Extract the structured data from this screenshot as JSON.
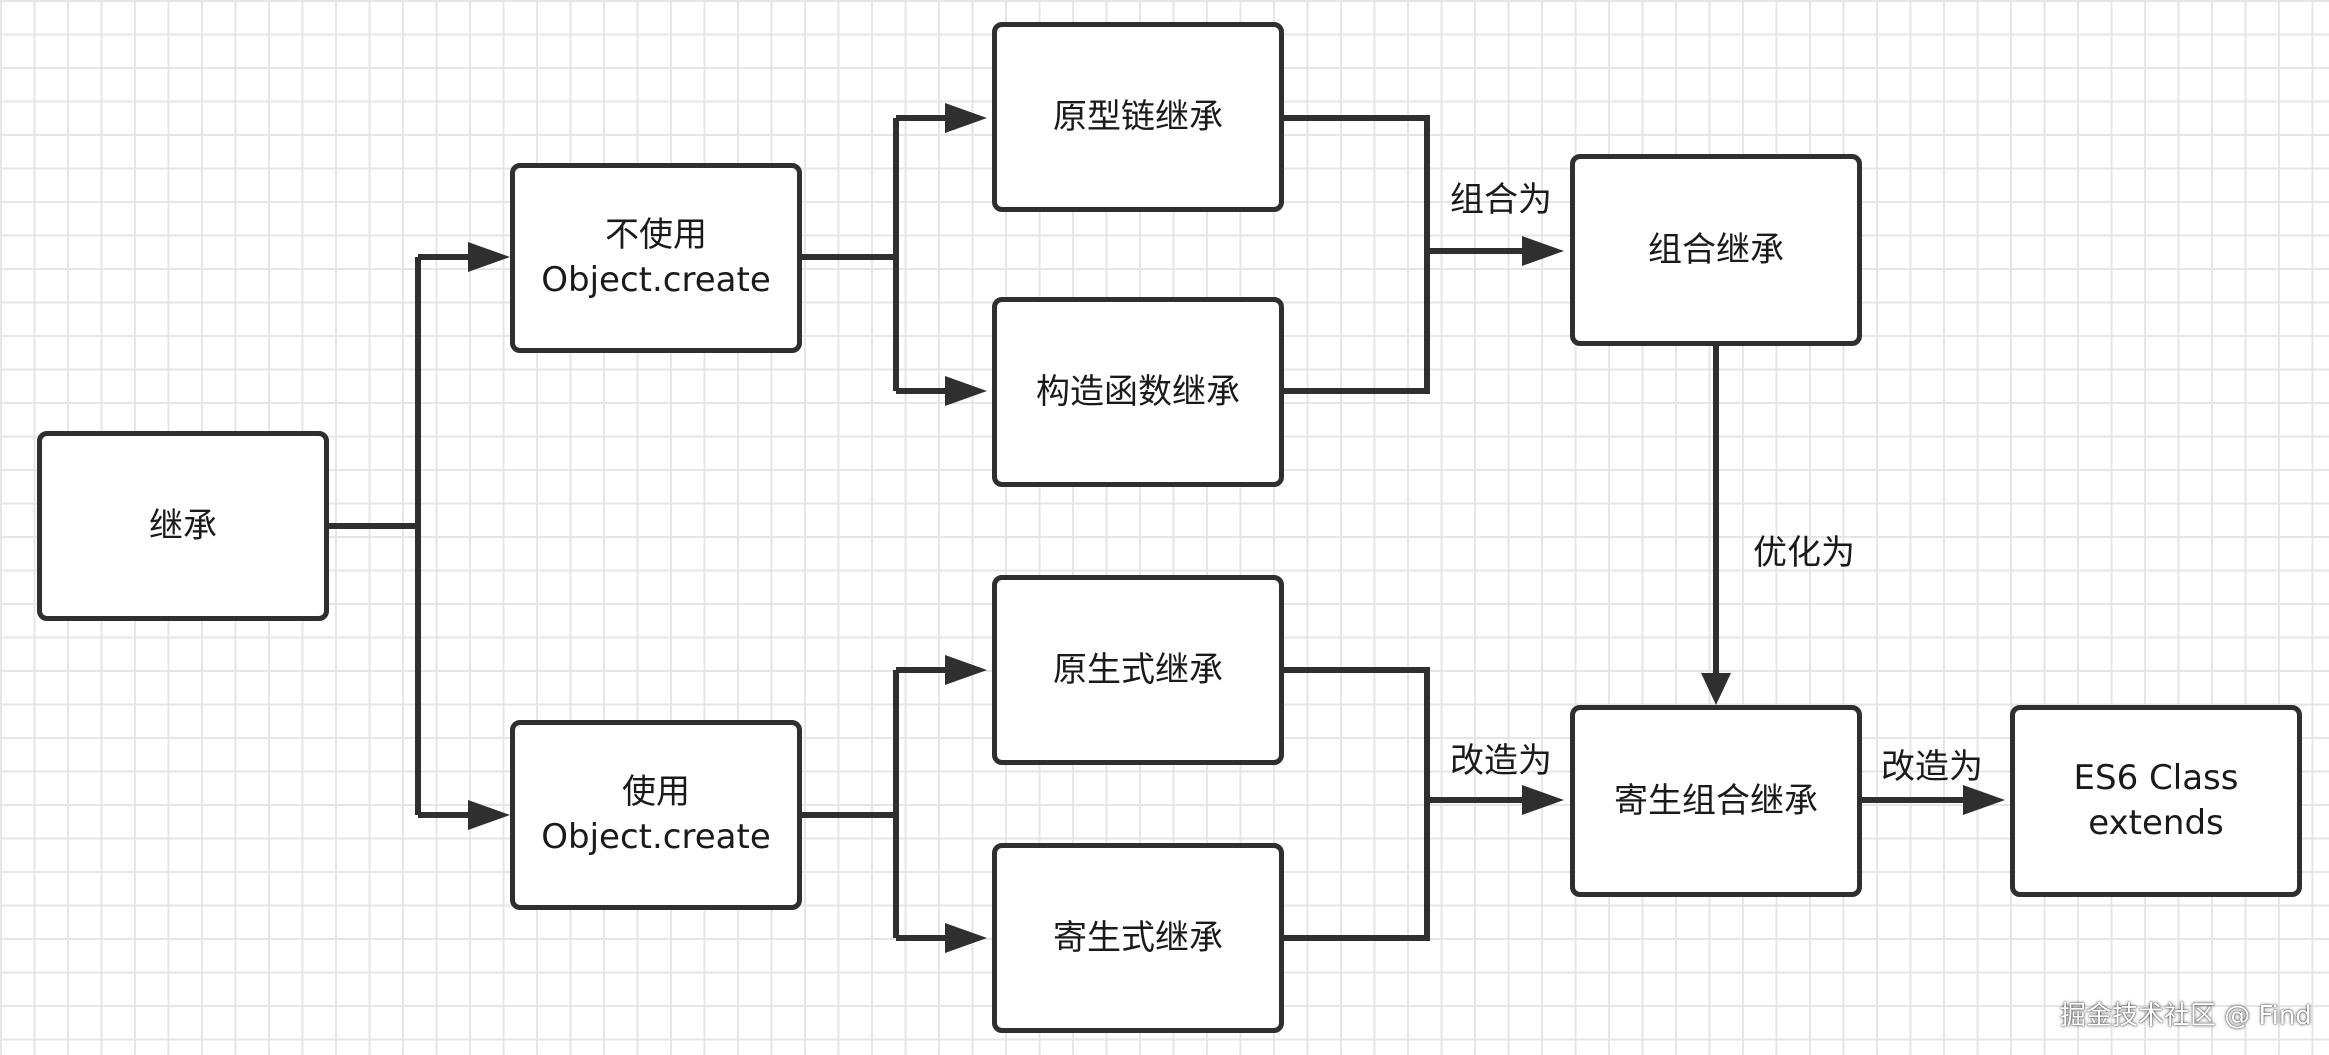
{
  "nodes": {
    "root": "继承",
    "no_create": [
      "不使用",
      "Object.create"
    ],
    "use_create": [
      "使用",
      "Object.create"
    ],
    "prototype_chain": "原型链继承",
    "constructor": "构造函数继承",
    "prototypal": "原生式继承",
    "parasitic": "寄生式继承",
    "combination": "组合继承",
    "parasitic_combination": "寄生组合继承",
    "es6_class": [
      "ES6 Class",
      "extends"
    ]
  },
  "edge_labels": {
    "combine_as": "组合为",
    "optimize_as": "优化为",
    "transform_as_1": "改造为",
    "transform_as_2": "改造为"
  },
  "watermark": "掘金技术社区 @ Find",
  "colors": {
    "stroke": "#2f2f2f",
    "grid": "#e6e6e6",
    "background": "#ffffff"
  }
}
